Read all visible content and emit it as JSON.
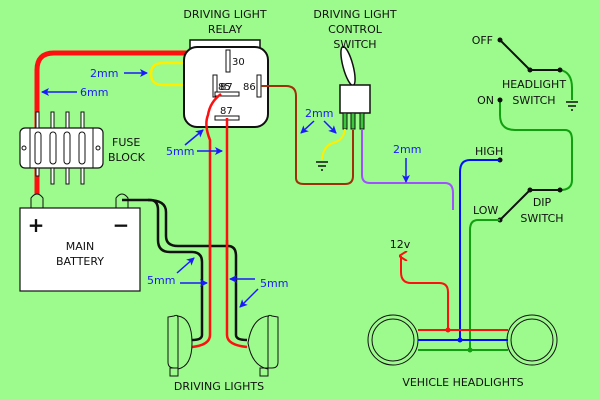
{
  "diagram": {
    "title": "Driving light wiring diagram",
    "background_color": "#9cfb8c",
    "components": {
      "relay": {
        "label_line1": "DRIVING LIGHT",
        "label_line2": "RELAY",
        "pins": {
          "p30": "30",
          "p85": "85",
          "p86": "86",
          "p87a": "87",
          "p87b": "87"
        }
      },
      "control_switch": {
        "label_line1": "DRIVING LIGHT",
        "label_line2": "CONTROL",
        "label_line3": "SWITCH"
      },
      "headlight_switch": {
        "label_line1": "HEADLIGHT",
        "label_line2": "SWITCH",
        "off_label": "OFF",
        "on_label": "ON"
      },
      "dip_switch": {
        "label_line1": "DIP",
        "label_line2": "SWITCH",
        "high_label": "HIGH",
        "low_label": "LOW"
      },
      "fuse_block": {
        "label_line1": "FUSE",
        "label_line2": "BLOCK"
      },
      "battery": {
        "label_line1": "MAIN",
        "label_line2": "BATTERY",
        "positive": "+",
        "negative": "−"
      },
      "driving_lights": {
        "label": "DRIVING LIGHTS"
      },
      "vehicle_headlights": {
        "label": "VEHICLE HEADLIGHTS",
        "supply_label": "12v"
      }
    },
    "wire_gauges": {
      "relay_coil_feed": "2mm",
      "main_feed": "6mm",
      "relay_output": "5mm",
      "switch_wires": "2mm",
      "trigger_wire": "2mm",
      "light_left": "5mm",
      "light_right": "5mm"
    },
    "wire_colors": {
      "power": "#ff1010",
      "ground": "#000000",
      "coil": "#ffee00",
      "switch_feed": "#a0300a",
      "trigger": "#a050ff",
      "high_beam": "#0010ff",
      "low_beam": "#10a010"
    }
  }
}
